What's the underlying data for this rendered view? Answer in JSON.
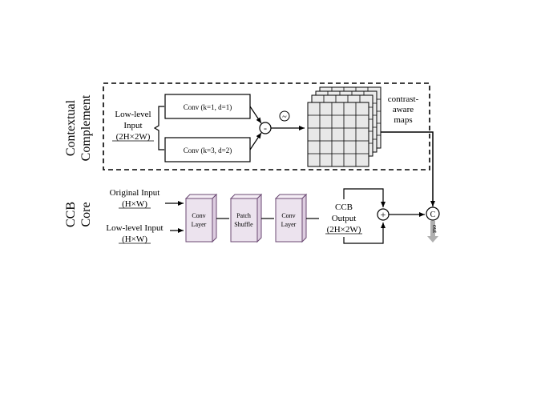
{
  "section_labels": {
    "contextual_complement": [
      "Contextual",
      "Complement"
    ],
    "ccb_core": [
      "CCB",
      "Core"
    ]
  },
  "context_branch": {
    "input_lines": [
      "Low-level",
      "Input",
      "(2H×2W)"
    ],
    "conv_top": "Conv (k=1, d=1)",
    "conv_bottom": "Conv (k=3, d=2)",
    "minus_symbol": "-",
    "tilde_symbol": "~",
    "maps_label": [
      "contrast-",
      "aware",
      "maps"
    ]
  },
  "core_branch": {
    "original_input": [
      "Original Input",
      "(H×W)"
    ],
    "lowlevel_input": [
      "Low-level Input",
      "(H×W)"
    ],
    "block1": [
      "Conv",
      "Layer"
    ],
    "block2": [
      "Patch",
      "Shuffle"
    ],
    "block3": [
      "Conv",
      "Layer"
    ],
    "output": [
      "CCB",
      "Output",
      "(2H×2W)"
    ],
    "plus_symbol": "+",
    "concat_symbol": "C",
    "arrow_caption": "out"
  },
  "colors": {
    "block_fill": "#ece3ee",
    "block_stroke": "#6b4a73",
    "grid_fill": "#e8e8e8"
  }
}
